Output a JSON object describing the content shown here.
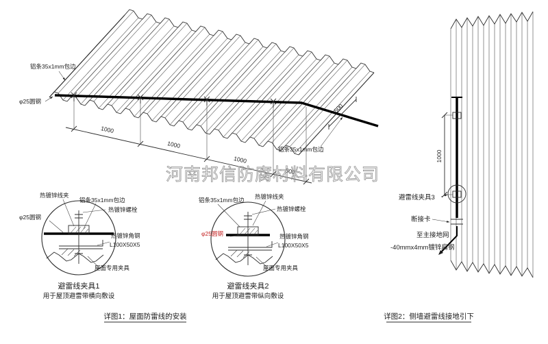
{
  "watermark": "河南邦信防腐材料有限公司",
  "roof": {
    "strip_label_top": "铝条35x1mm包边",
    "strip_label_right": "铝条35x1mm包边",
    "round_steel_label": "φ25圆钢",
    "dim_labels": [
      "1000",
      "1000",
      "1000",
      "500"
    ],
    "edge_dim_label": "500"
  },
  "detail1": {
    "title": "避雷线夹具1",
    "subtitle": "用于屋顶避雷带横向敷设",
    "labels": {
      "wire_clamp": "热镀锌线夹",
      "alu_strip": "铝条35x1mm包边",
      "bolt": "热镀锌螺栓",
      "round_steel": "φ25圆钢",
      "angle_steel": "热镀锌角钢",
      "angle_spec": "L100X50X5",
      "roof_fixture": "屋面专用夹具"
    }
  },
  "detail2": {
    "title": "避雷线夹具2",
    "subtitle": "用于屋顶避雷带纵向敷设",
    "labels": {
      "wire_clamp": "热镀锌线夹",
      "alu_strip": "铝条35x1mm包边",
      "bolt": "热镀锌螺栓",
      "round_steel": "φ25圆钢",
      "angle_steel": "热镀锌角钢",
      "angle_spec": "L100X50X5",
      "roof_fixture": "屋面专用夹具"
    }
  },
  "wall": {
    "dim_label": "1000",
    "clamp_label": "避雷线夹具3",
    "disconnect_label": "断接卡",
    "ground_label": "至主接地网",
    "flat_steel_label": "-40mmx4mm镀锌扁钢"
  },
  "captions": {
    "fig1": "详图1：屋面防雷线的安装",
    "fig2": "详图2：侧墙避雷线接地引下"
  },
  "colors": {
    "line": "#1c1c1c",
    "accent_red": "#c42323",
    "watermark_gray": "#8f8f8f"
  }
}
